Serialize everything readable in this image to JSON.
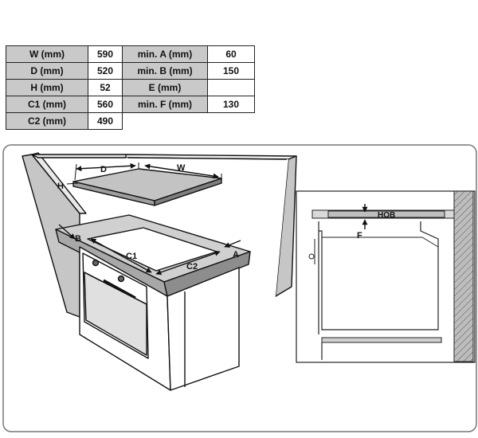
{
  "table": {
    "rows": [
      {
        "label1": "W (mm)",
        "value1": "590",
        "label2": "min. A (mm)",
        "value2": "60"
      },
      {
        "label1": "D (mm)",
        "value1": "520",
        "label2": "min. B (mm)",
        "value2": "150"
      },
      {
        "label1": "H (mm)",
        "value1": "52",
        "label2": "E (mm)",
        "value2": ""
      },
      {
        "label1": "C1 (mm)",
        "value1": "560",
        "label2": "min. F (mm)",
        "value2": "130"
      },
      {
        "label1": "C2 (mm)",
        "value1": "490"
      }
    ]
  },
  "diagram": {
    "labels": {
      "d": "D",
      "w": "W",
      "h": "H",
      "b": "B",
      "a": "A",
      "c1": "C1",
      "c2": "C2"
    },
    "side": {
      "hob": "HOB",
      "f": "F"
    }
  }
}
